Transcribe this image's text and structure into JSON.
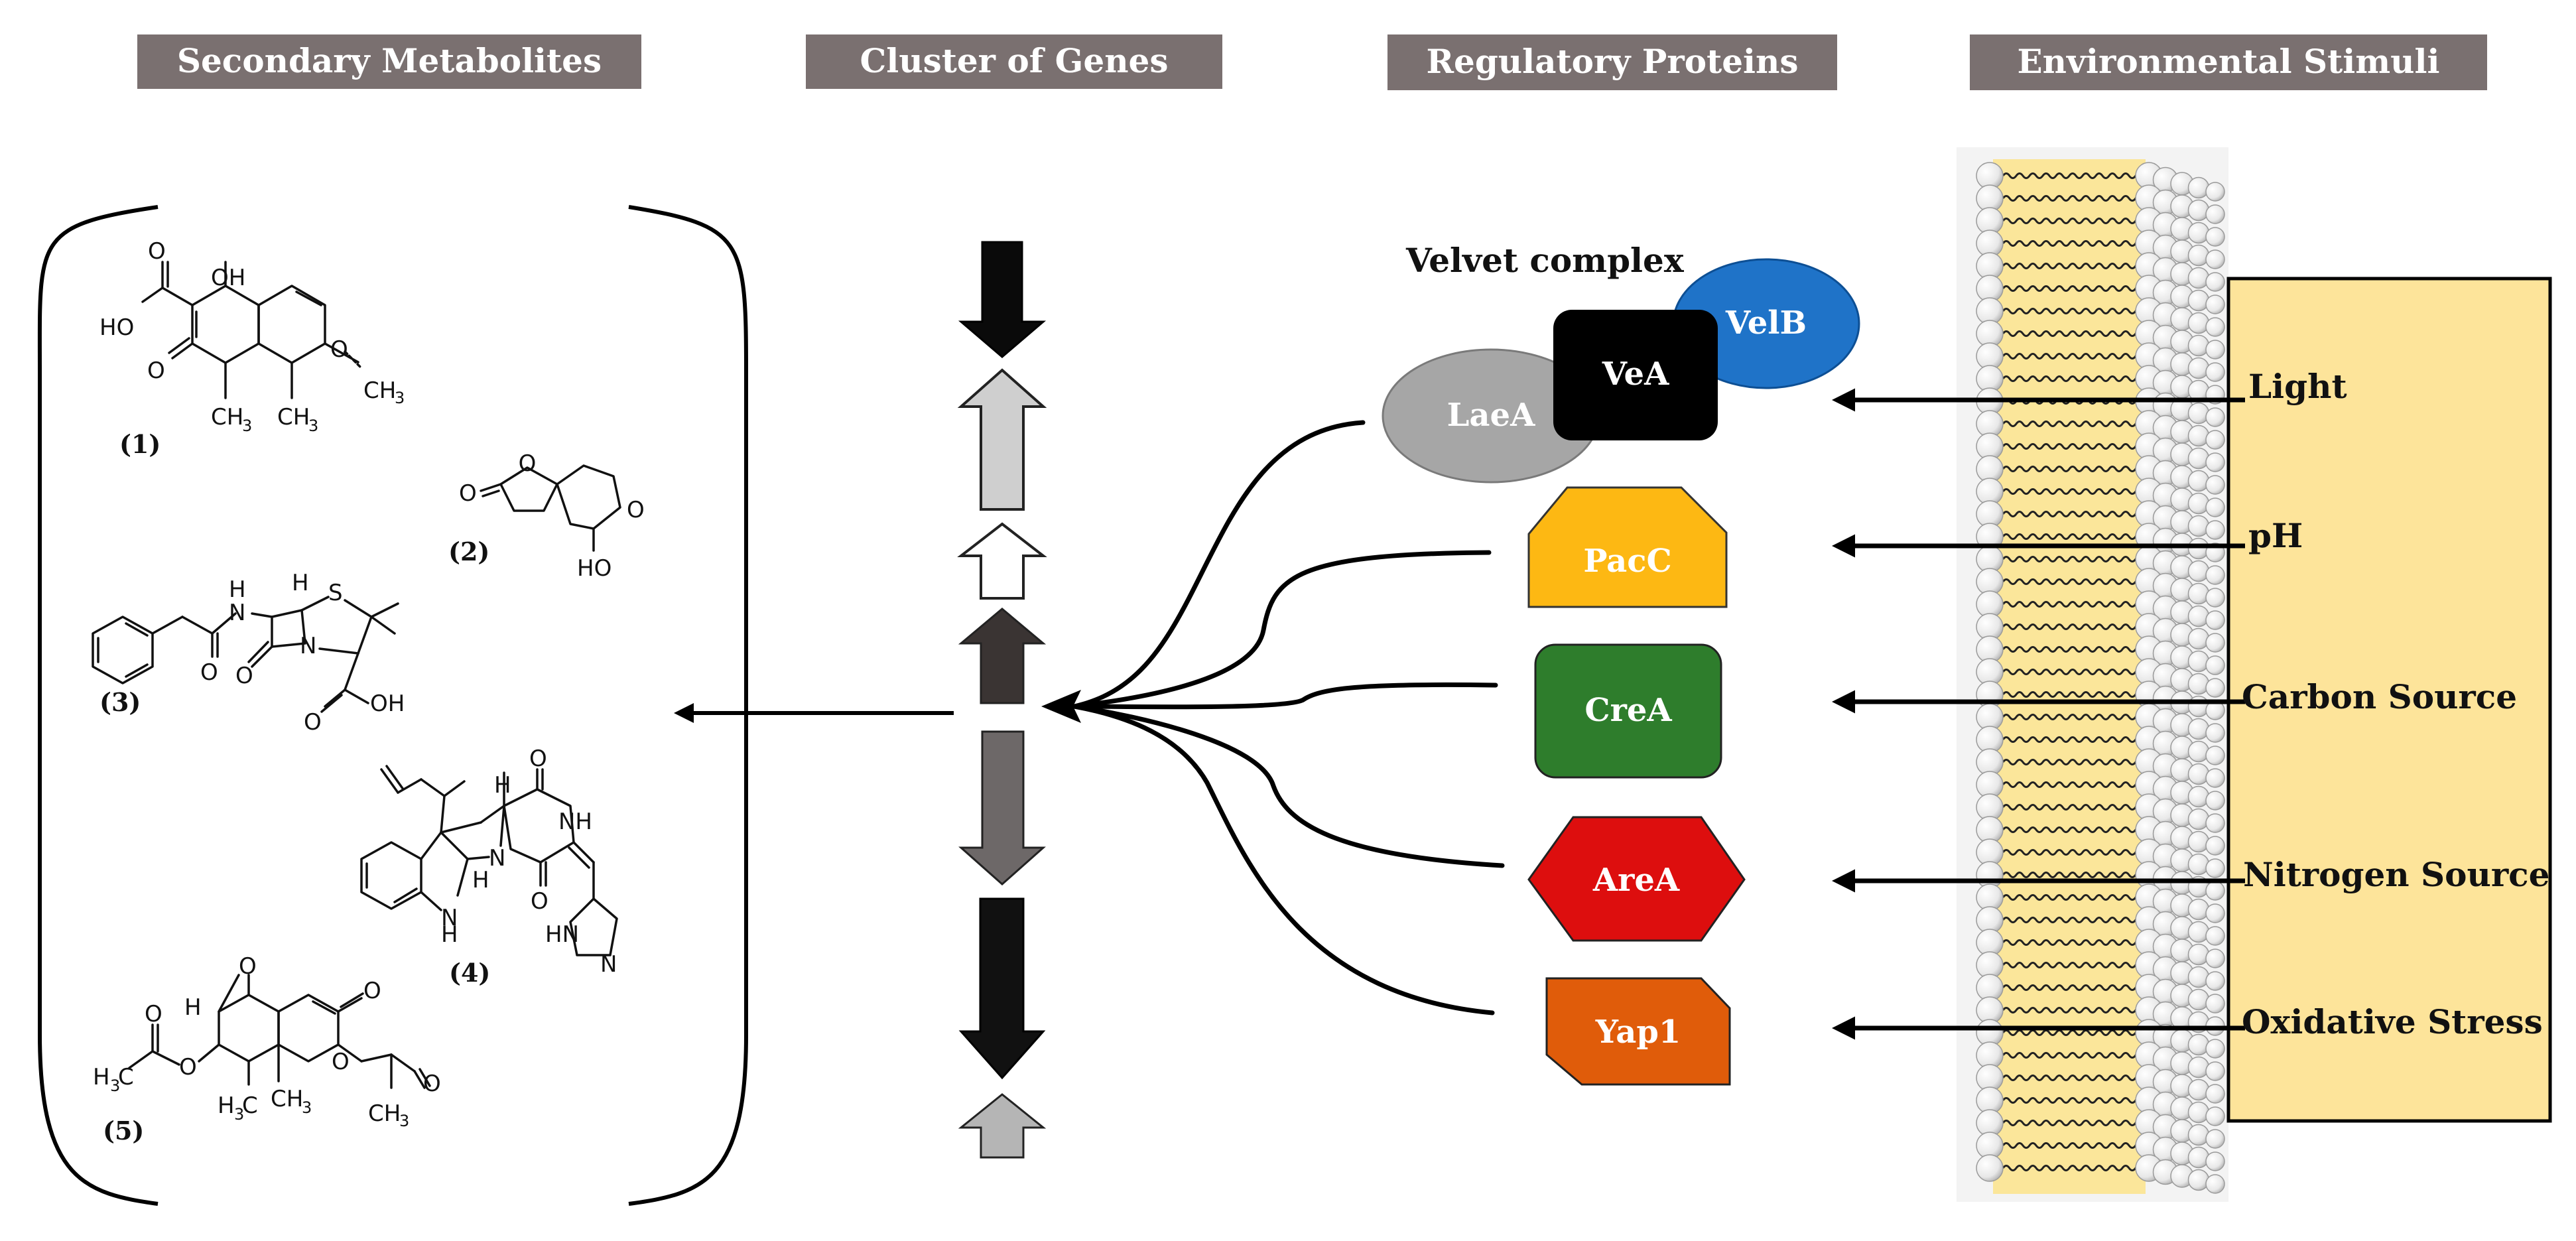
{
  "headers": {
    "metabolites": "Secondary Metabolites",
    "genes": "Cluster of Genes",
    "proteins": "Regulatory Proteins",
    "stimuli": "Environmental Stimuli"
  },
  "metabolites": {
    "labels": [
      "(1)",
      "(2)",
      "(3)",
      "(4)",
      "(5)"
    ]
  },
  "velvet": {
    "title": "Velvet complex",
    "laea": "LaeA",
    "vea": "VeA",
    "velb": "VelB"
  },
  "proteins": {
    "pacc": "PacC",
    "crea": "CreA",
    "area": "AreA",
    "yap1": "Yap1"
  },
  "stimuli": [
    "Light",
    "pH",
    "Carbon Source",
    "Nitrogen Source",
    "Oxidative Stress"
  ],
  "colors": {
    "header_bg": "#7a7070",
    "laea": "#a6a6a6",
    "vea": "#000000",
    "velb": "#1f73c8",
    "pacc": "#fdb813",
    "crea": "#2e7d2c",
    "area": "#dd0e0e",
    "yap1": "#e05c0a",
    "membrane_core": "#fbe69a",
    "stimuli_box": "#fde49a"
  }
}
